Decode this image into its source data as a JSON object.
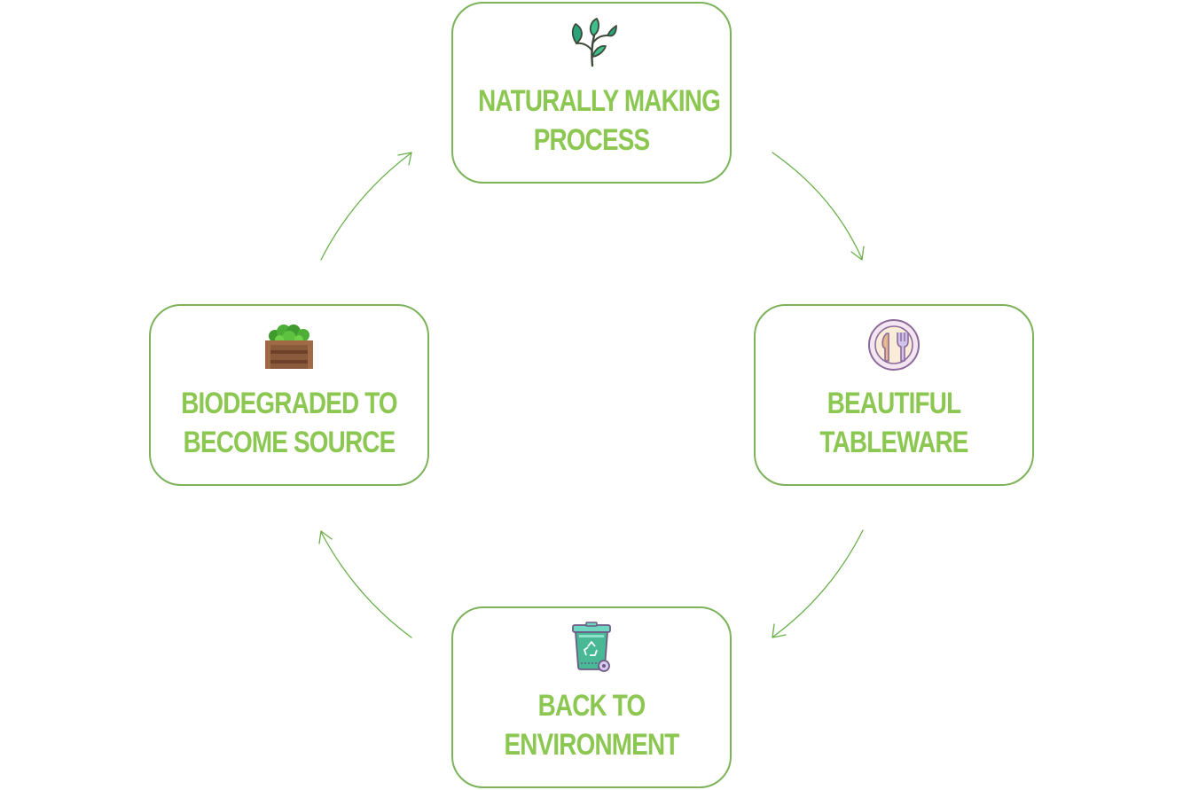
{
  "cycle": {
    "steps": [
      {
        "id": "top",
        "line1": "NATURALLY MAKING",
        "line2": "PROCESS",
        "icon": "sprout-icon"
      },
      {
        "id": "right",
        "line1": "BEAUTIFUL",
        "line2": "TABLEWARE",
        "icon": "plate-cutlery-icon"
      },
      {
        "id": "bottom",
        "line1": "BACK TO",
        "line2": "ENVIRONMENT",
        "icon": "recycle-bin-icon"
      },
      {
        "id": "left",
        "line1": "BIODEGRADED TO",
        "line2": "BECOME SOURCE",
        "icon": "compost-crate-icon"
      }
    ]
  },
  "colors": {
    "border": "#7cb35a",
    "text": "#8bc751",
    "arrow": "#6ab04c"
  }
}
